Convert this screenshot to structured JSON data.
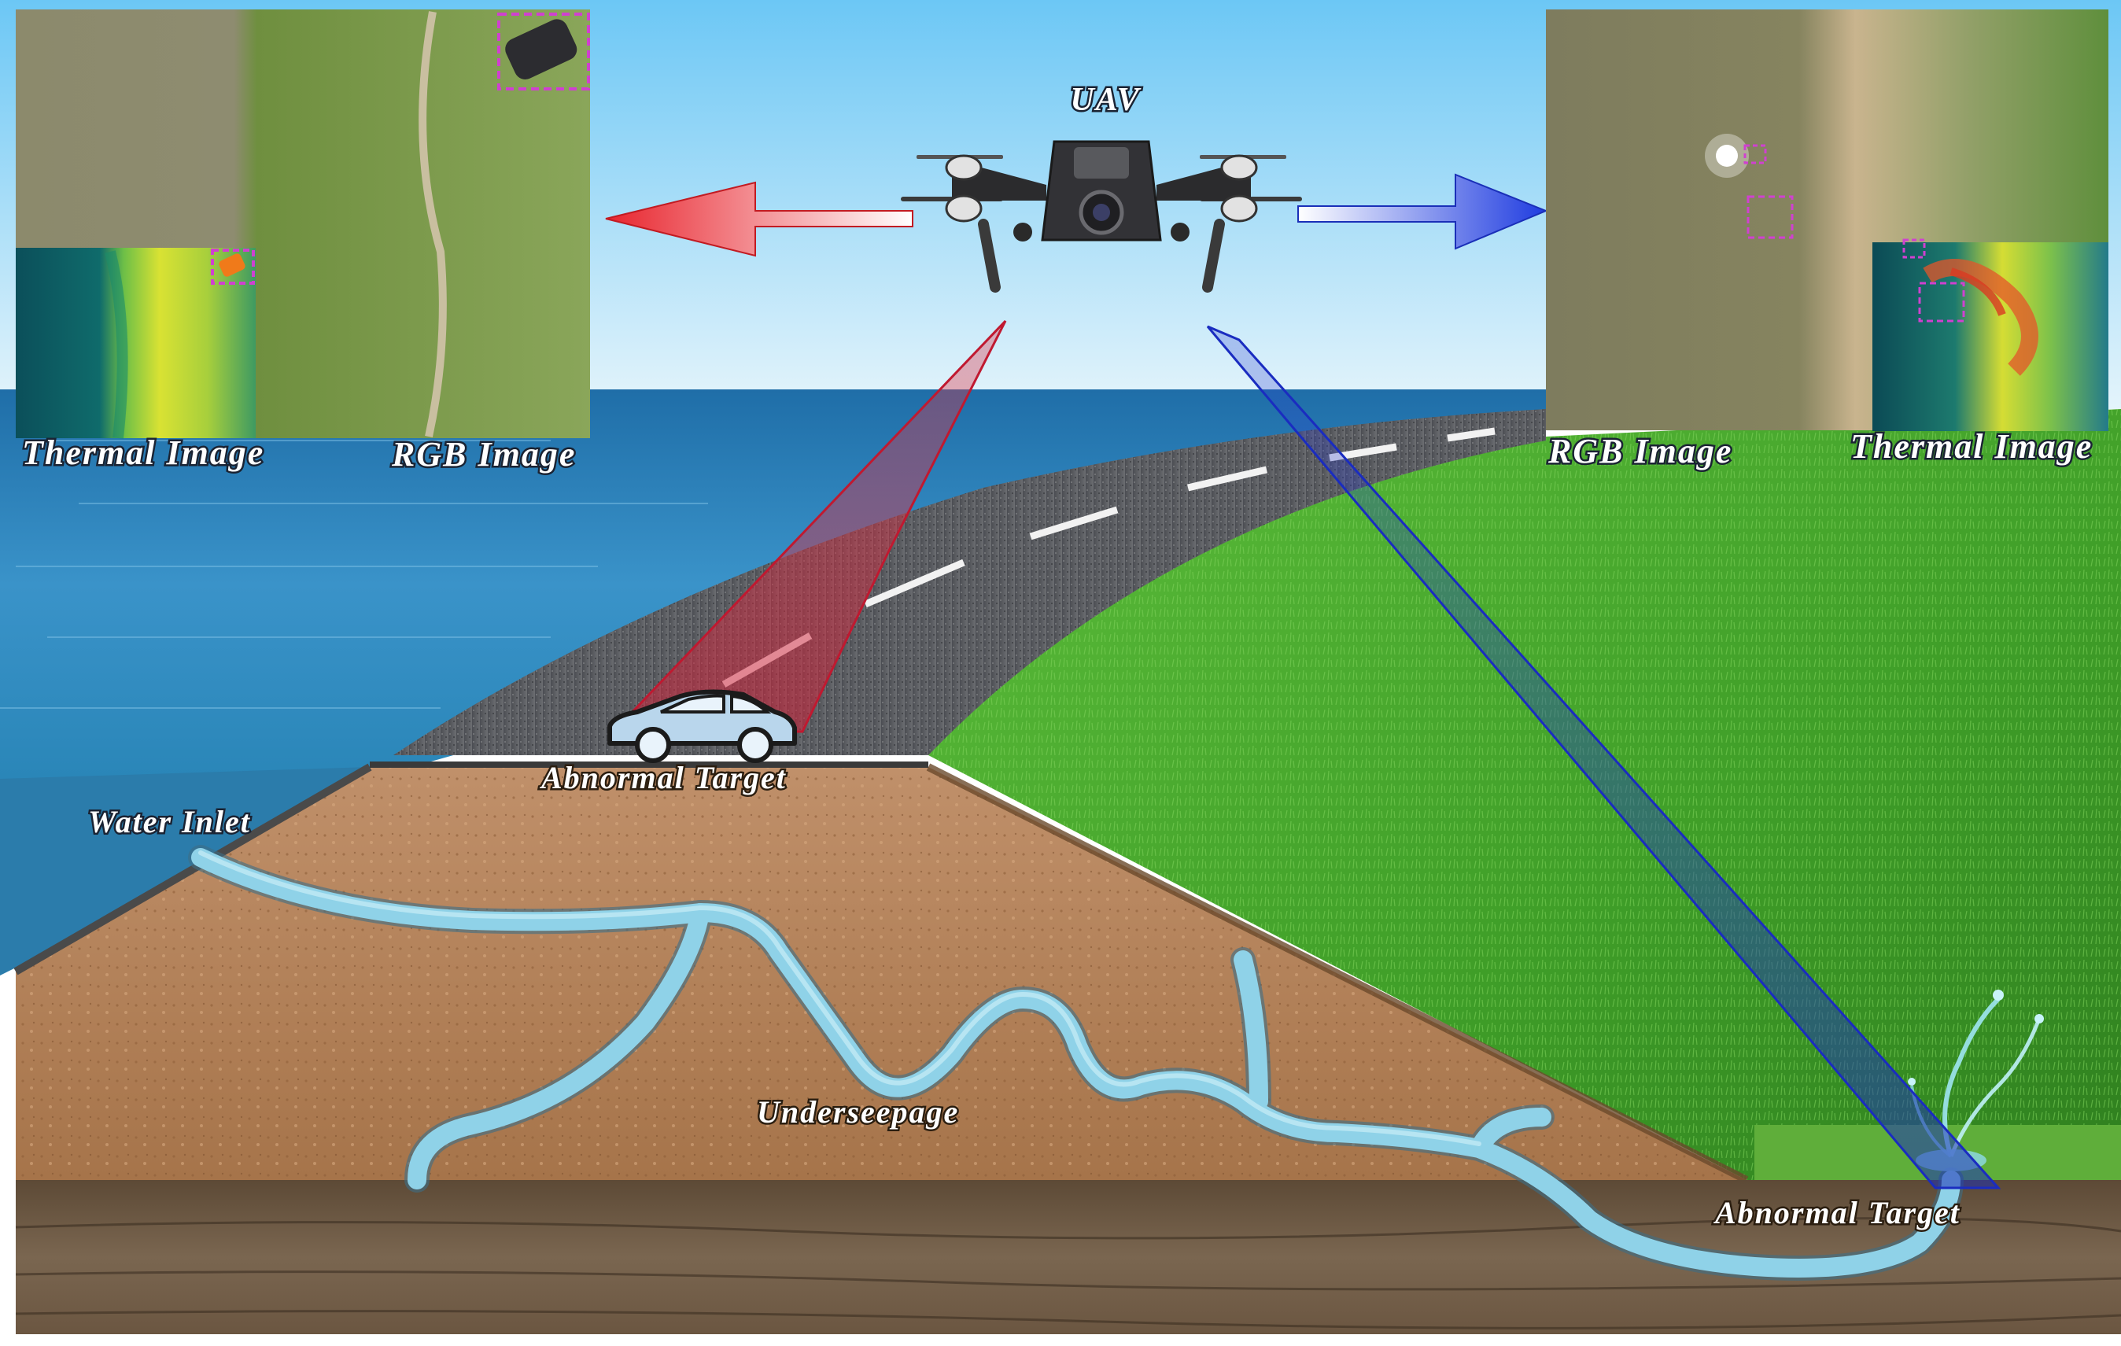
{
  "labels": {
    "uav": "UAV",
    "left_thermal": "Thermal Image",
    "left_rgb": "RGB Image",
    "right_rgb": "RGB Image",
    "right_thermal": "Thermal Image",
    "abnormal_target_road": "Abnormal Target",
    "water_inlet": "Water Inlet",
    "underseepage": "Underseepage",
    "abnormal_target_outlet": "Abnormal Target"
  },
  "colors": {
    "sky_top": "#8fd3f7",
    "sea": "#2f8fc6",
    "road": "#56585c",
    "grass": "#4caf2f",
    "soil": "#b98556",
    "seepage": "#7fc6dd",
    "left_arrow": "#e8363a",
    "right_arrow": "#2452d8",
    "detection_box": "#d040d0"
  },
  "icons": {
    "drone": "drone-icon",
    "car": "car-icon",
    "water_splash": "water-splash-icon"
  }
}
